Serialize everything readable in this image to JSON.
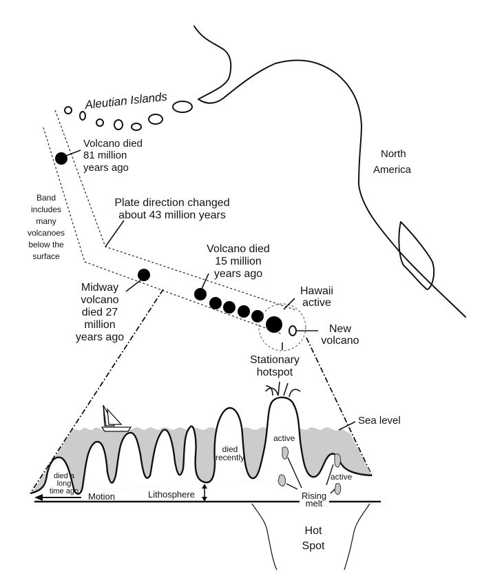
{
  "labels": {
    "aleutian": "Aleutian Islands",
    "north_america": [
      "North",
      "America"
    ],
    "volcano_81": [
      "Volcano died",
      "81 million",
      "years ago"
    ],
    "band_note": [
      "Band",
      "includes",
      "many",
      "volcanoes",
      "below the",
      "surface"
    ],
    "plate_change": [
      "Plate direction changed",
      "about 43 million years"
    ],
    "volcano_15": [
      "Volcano died",
      "15 million",
      "years ago"
    ],
    "midway": [
      "Midway",
      "volcano",
      "died 27",
      "million",
      "years ago"
    ],
    "hawaii": [
      "Hawaii",
      "active"
    ],
    "new_volcano": [
      "New",
      "volcano"
    ],
    "hotspot_stationary": [
      "Stationary",
      "hotspot"
    ],
    "sea_level": "Sea level",
    "died_long": [
      "died a",
      "long",
      "time ago"
    ],
    "motion": "Motion",
    "lithosphere": "Lithosphere",
    "died_recently": [
      "died",
      "recently"
    ],
    "active_main": "active",
    "active_small": "active",
    "rising_melt": [
      "Rising",
      "melt"
    ],
    "hot_spot": [
      "Hot",
      "Spot"
    ]
  },
  "colors": {
    "sea": "#cccccc",
    "ink": "#111111",
    "melt": "#c8c8c8"
  }
}
